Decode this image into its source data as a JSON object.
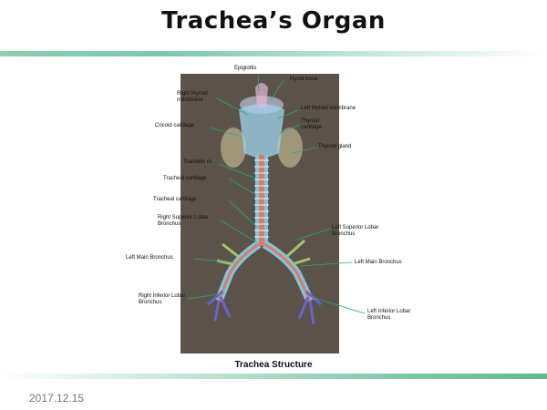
{
  "slide": {
    "title": "Trachea’s Organ",
    "date": "2017.12.15"
  },
  "figure": {
    "caption": "Trachea Structure",
    "labels": {
      "epiglottis": "Epiglottis",
      "hyoid_bone": "Hyoid bone",
      "right_thyroid_membrane": "Right thyroid\nmembrane",
      "left_thyroid_membrane": "Left thyroid membrane",
      "cricoid_cartilage": "Cricoid cartilage",
      "thyroid_cartilage": "Thyroid\ncartilage",
      "thyroid_gland": "Thyroid gland",
      "trachealis_m": "Trachelis m.",
      "tracheal_cartilage_1": "Tracheal cartilage",
      "tracheal_cartilage_2": "Tracheal cartilage",
      "right_superior_lobar": "Right Superior Lobar\nBronchus",
      "left_superior_lobar": "Left Superior Lobar\nBronchus",
      "left_main_bronchus_1": "Left Main Bronchus",
      "left_main_bronchus_2": "Left Main Bronchus",
      "right_inferior_lobar": "Right Inferior Lobar\nBronchus",
      "left_inferior_lobar": "Left Inferior Lobar\nBronchus"
    },
    "colors": {
      "background": "#5b5349",
      "trachea": "#e07b5a",
      "cartilage": "#7fc4e6",
      "leader_line": "#2aa67a",
      "thyroid": "#d9cfa0"
    }
  }
}
